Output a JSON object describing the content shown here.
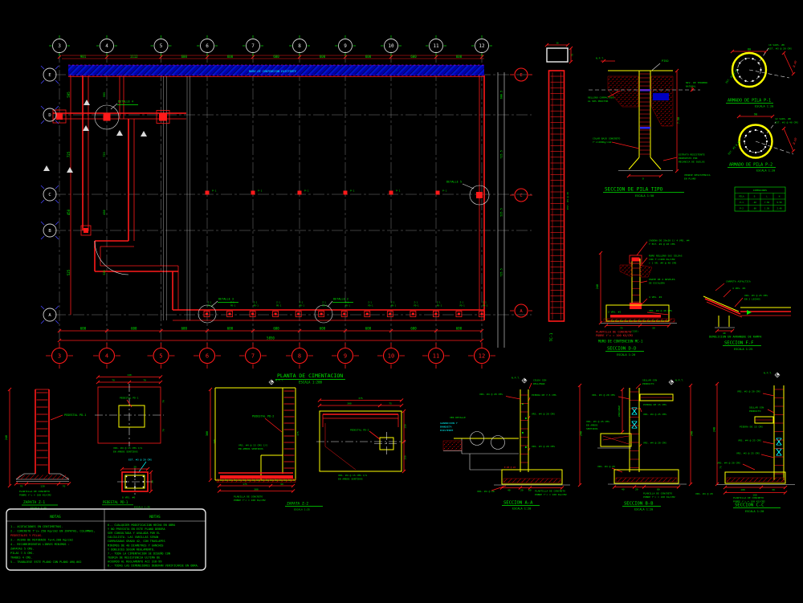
{
  "plan": {
    "title": "PLANTA DE CIMENTACION",
    "scale": "ESCALA  1:200",
    "axes_top": [
      "3",
      "4",
      "5",
      "6",
      "7",
      "8",
      "9",
      "10",
      "11",
      "12"
    ],
    "axes_bottom": [
      "3",
      "4",
      "5",
      "6",
      "7",
      "8",
      "9",
      "10",
      "11",
      "12"
    ],
    "axes_left": [
      "E",
      "D",
      "C",
      "B",
      "A"
    ],
    "axes_right": [
      "E",
      "C",
      "A"
    ],
    "dims_top": [
      "901",
      "1112",
      "600",
      "600",
      "600",
      "600",
      "600",
      "600",
      "600"
    ],
    "dims_bottom": [
      "600",
      "600",
      "600",
      "600",
      "600",
      "600",
      "600",
      "600",
      "600"
    ],
    "dim_total_bottom": "5850",
    "dims_left": [
      "595",
      "725",
      "450",
      "525"
    ],
    "dims_right": [
      "600.5",
      "725.5",
      "525.5",
      "725.5"
    ],
    "existing_wall": "MURO DE CONTENCION EXISTENTE",
    "detail_2": "DETALLE 2",
    "detail_3": "DETALLE 3",
    "detail_4": "DETALLE 4",
    "detail_5": "DETALLE 5",
    "pier_sq_l1": "Z-1",
    "pier_sq_l2": "PD-1",
    "pila_sq": "P-1",
    "beam_label": "TC-1",
    "beam_stirrup": "EST. #3 @ 20",
    "beam_dim_a": "30",
    "beam_dim_b": "70"
  },
  "pila_tipo": {
    "title": "SECCION DE PILA TIPO",
    "scale": "ESCALA  1:50",
    "piso": "PISO",
    "npt": "N.P.T.",
    "relleno": [
      "RELLENO COMPACTADO",
      "AL 90% PROCTOR"
    ],
    "nivel": [
      "NIV. DE TERRENO",
      "NATURAL"
    ],
    "colar": [
      "COLAR BAJO CONCRETO",
      "f'c=200Kg/cm2"
    ],
    "estrato": [
      "ESTRATO RESISTENTE",
      "PROPUESTO POR",
      "MECANICA DE SUELOS"
    ],
    "veanse": [
      "VEANSE RESISTENCIA",
      "EN PLANO"
    ],
    "dim_l": "7.50",
    "dim_d": "D"
  },
  "armado_p1": {
    "title": "ARMADO DE PILA P-1",
    "scale": "ESCALA  1:20",
    "dim": "80",
    "diam": "Ø.40",
    "bars": [
      "10 VARS. #8",
      "EST. #3 @ 20 CMS"
    ],
    "zuncho": "EST. #3 @ 20"
  },
  "armado_p2": {
    "title": "ARMADO DE PILA P-2",
    "scale": "ESCALA  1:20",
    "dim": "90",
    "diam": "Ø.60",
    "bars": [
      "12 VARS. #8",
      "EST. #3 @ 40 CMS"
    ],
    "zuncho": "EST. #3 @ 20"
  },
  "pila_table": {
    "title": "DIMENSIONES",
    "headers": [
      "PILA",
      "D",
      "L",
      "H"
    ],
    "rows": [
      [
        "P-1",
        ".40",
        "7.50",
        "9.50"
      ],
      [
        "P-2",
        ".60",
        "1.50",
        "2.40"
      ]
    ]
  },
  "muro_dd": {
    "cadena": [
      "CADENA DE 20x20 C/ 4 VRS. #4",
      "Y EST. #2 @ 20 CMS"
    ],
    "relleno": [
      "MURO RELLENO SUS CELDAS",
      "CON f'c=200 KG/CM2",
      "+ 1 VR. #4 @ 40 CMS"
    ],
    "parte": [
      "PARTE DE 2 NIVELES",
      "DE ESCALERA"
    ],
    "vrs4": "4 VRS. #4",
    "vrs440": "VRS. #4 @ 40 CMS",
    "vrs2": "2 VRS. #2",
    "dim1": "75",
    "dim2": "30",
    "dim_total": "(110)",
    "dim_h": "240",
    "plantilla": [
      "PLANTILLA DE CONCRETO",
      "POBRE f'c = 100 KG/CM2"
    ],
    "subtitle": "MURO DE CONTENCION MC-1",
    "title": "SECCION D-D",
    "scale": "ESCALA  1:20"
  },
  "sec_ff": {
    "l1": "CARPETA ASFALTICA",
    "l2": "4 VRS. #4",
    "l3": [
      "VRS. #3 @ 25 CMS",
      "EN 2 LECHOS"
    ],
    "dim": "40",
    "caption": "DEMOLICION EN ARRANQUE DE RAMPA",
    "title": "SECCION F-F",
    "scale": "ESCALA  1:25"
  },
  "zapata_z1": {
    "pedestal": "PEDESTAL PD-1",
    "dims": [
      "70",
      "120",
      "70"
    ],
    "dim_h": "240",
    "plantilla": [
      "PLANTILLA DE CONCRETO",
      "POBRE f'c = 100 KG/CM2"
    ],
    "title": "ZAPATA Z-1",
    "scale": "ESCALA  1:25"
  },
  "z1_plan": {
    "pedestal": "PEDESTAL PD-1",
    "dim_total": "140",
    "dims": [
      "70",
      "70"
    ],
    "side": [
      "70",
      "70"
    ],
    "note": [
      "VRS. #4 @ 15 CMS C/S",
      "EN AMBOS SENTIDOS"
    ]
  },
  "pd1": {
    "est": "EST. #3 @ 20 CMS",
    "bars": "8 VRS. #6",
    "dim_w": "30",
    "dim_h": "20",
    "title": "PEDESTAL PD-1",
    "scale": "ESCALA 1:25"
  },
  "zapata_z2": {
    "pedestal": "PEDESTAL PD-2",
    "npt": "N.P.T.",
    "note": [
      "VRS. #4 @ 15 CMS C/S",
      "EN AMBOS SENTIDOS"
    ],
    "plantilla": [
      "PLANILLA DE CONCRETO",
      "POBRE f'c = 100 KG/CM2"
    ],
    "dims": [
      "175",
      "90"
    ],
    "dim_total": "300",
    "dim_left": "300",
    "dim_left2": "240",
    "dim_right": "375",
    "title": "ZAPATA Z-2",
    "scale": "ESCALA  1:25"
  },
  "z2_plan": {
    "pedestal": "PEDESTAL PD-2",
    "dim_total": "375",
    "dims": [
      "300",
      "75"
    ],
    "side": [
      "150",
      "150"
    ],
    "note": [
      "VRS. #4 @ 15 CMS C/S",
      "EN AMBOS SENTIDOS"
    ]
  },
  "sec_aa": {
    "npt": "N.P.T.",
    "celda": [
      "CELDA SIN",
      "RELLENAR"
    ],
    "l_left": "VRS. #4 @ 20 CMS",
    "l_piedra": "PIEDRA DE 7.5 CMS",
    "l_r1": "VRS. #4 @ 20 CMS",
    "l_r2": "VRS. #3 @ 20 CMS",
    "cyan": [
      "GUARNICION Y",
      "BANQUETA",
      "EXISTENTE"
    ],
    "l_det": "VER DETALLE",
    "l_e": "E #3 @ 20",
    "l_b1": "VRS. #4 @ 20",
    "dims": [
      "40",
      "20",
      "80"
    ],
    "dim_r": "240",
    "plantilla": [
      "PLANTILLA DE CONCRETO",
      "POBRE f'c = 100 KG/CM2"
    ],
    "title": "SECCION A-A",
    "scale": "ESCALA  1:20"
  },
  "sec_bb": {
    "sellar": [
      "SELLAR CON",
      "PRODUCTO"
    ],
    "npt": "N.P.T.",
    "l1": "VRS. #3 @ 20 CMS",
    "l2": "PIEDRA DE 15 CMS",
    "l3": "VRS. #4 @ 25 CMS",
    "l4": [
      "VRS. #3 @ 25 CMS",
      "EN AMBOS",
      "SENTIDOS"
    ],
    "variable": "VARIABLE",
    "l5": "VRS. #4 @ 20 CMS",
    "l6": "VRS. #4 @ 20",
    "dims": [
      "40",
      "20",
      "80"
    ],
    "dim_r": "240",
    "plantilla": [
      "PLANILLA DE CONCRETO",
      "POBRE f'c = 100 KG/CM2"
    ],
    "title": "SECCION B-B",
    "scale": "ESCALA  1:20"
  },
  "sec_cc": {
    "npt": "N.P.T.",
    "l1": "VRS. #3 @ 20 CMS",
    "sellar": [
      "SELLAR CON",
      "PRODUCTO"
    ],
    "l2": "PIEDRA DE 15 CMS",
    "l3": "VRS. #4 @ 25 CMS",
    "l4": "VRS. #3 @ 25 CMS",
    "l5": "VRS. #4 @ 20 CMS",
    "l6": "VRS. #4 @ 20",
    "dims": [
      "100",
      "30"
    ],
    "dim_total": "160",
    "dim_l": "240",
    "dim_l2": "75",
    "plantilla": [
      "PLANTILLA DE CONCRETO",
      "POBRE f'c = 100 KG/CM2"
    ],
    "title": "SECCION C-C",
    "scale": "ESCALA  1:20"
  },
  "notes": {
    "header_left": "NOTAS",
    "header_right": "NOTAS",
    "left": [
      {
        "t": "1.- ACOTACIONES EN CENTIMETROS."
      },
      {
        "t": "2.- CONCRETO f'c= 250 Kg/cm2 EN ZAPATAS, COLUMNAS,"
      },
      {
        "t": "      PEDESTALES Y PILAS.",
        "c": "r"
      },
      {
        "t": "3.- ACERO DE REFUERZO fy=4,200 Kg/cm2"
      },
      {
        "t": "4.- RECUBRIMIENTOS LIBRES MINIMOS :"
      },
      {
        "t": "            ZAPATAS        5 CMS."
      },
      {
        "t": "            PILAS             7.5 CMS."
      },
      {
        "t": "            TRABES          4 CMS."
      },
      {
        "t": "5.- TRABAJESE ESTE PLANO CON PLANO ARQ-002"
      }
    ],
    "right": [
      {
        "t": "6.- CUALQUIER MODIFICACION HECHA EN OBRA"
      },
      {
        "t": "      Y NO PREVISTA EN ESTE PLANO DEBERA"
      },
      {
        "t": "      SER CONSULTADA Y AVALADA POR EL"
      },
      {
        "t": "      CALCULISTA. LAS VARILLAS SERAN"
      },
      {
        "t": "      CORRUGADAS GRADO 42, CON TRASLAPES"
      },
      {
        "t": "      MINIMOS DE 40 DIAMETROS Y GANCHOS"
      },
      {
        "t": "      Y DOBLECES SEGUN REGLAMENTO."
      },
      {
        "t": "7.- TODA LA CIMENTACION SE DISEÑO CON"
      },
      {
        "t": "      TEORIA DE RESISTENCIA ULTIMA DE"
      },
      {
        "t": "      ACUERDO AL REGLAMENTO ACI 318-99"
      },
      {
        "t": "8.- TODAS LAS DIMENSIONES DEBERAN VERIFICARSE EN OBRA."
      }
    ]
  }
}
